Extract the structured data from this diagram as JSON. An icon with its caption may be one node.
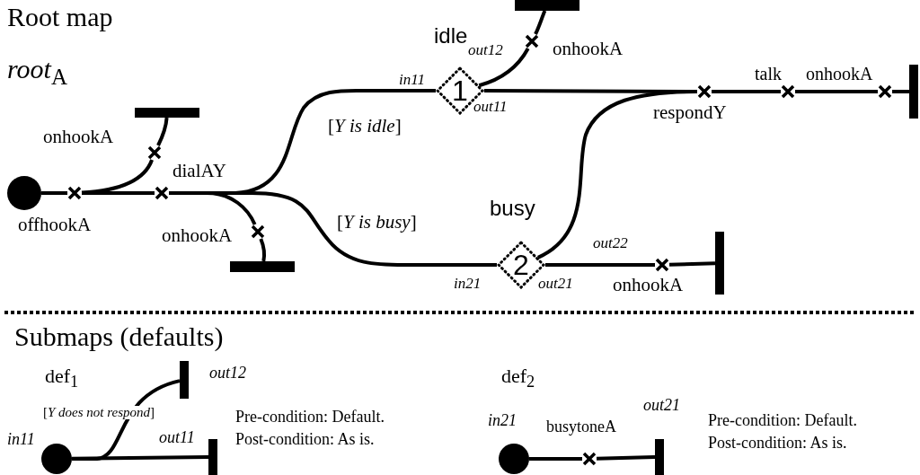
{
  "diagram": {
    "nodes": [
      {
        "text": [],
        "shape": "circle"
      },
      {
        "text": [],
        "shape": "cross",
        "beside": [
          "offhookA"
        ]
      },
      {
        "text": [],
        "shape": "cross",
        "beside": [
          "onhookA"
        ]
      },
      {
        "text": [],
        "shape": "bar"
      },
      {
        "text": [],
        "shape": "cross",
        "beside": [
          "dialAY"
        ]
      },
      {
        "text": [],
        "shape": "cross",
        "beside": [
          "onhookA"
        ]
      },
      {
        "text": [],
        "shape": "bar"
      },
      {
        "text": [
          "1"
        ],
        "beside": [
          "idle",
          "in11",
          "out12",
          "out11"
        ]
      },
      {
        "text": [],
        "shape": "cross",
        "beside": [
          "onhookA"
        ]
      },
      {
        "text": [],
        "shape": "bar"
      },
      {
        "text": [],
        "shape": "cross",
        "beside": [
          "respondY"
        ]
      },
      {
        "text": [],
        "shape": "cross",
        "beside": [
          "talk"
        ]
      },
      {
        "text": [],
        "shape": "cross",
        "beside": [
          "onhookA"
        ]
      },
      {
        "text": [],
        "shape": "bar"
      },
      {
        "text": [
          "2"
        ],
        "beside": [
          "busy",
          "out22",
          "in21",
          "out21"
        ]
      },
      {
        "text": [],
        "shape": "cross",
        "beside": [
          "onhookA"
        ]
      },
      {
        "text": [],
        "shape": "bar"
      },
      {
        "text": [],
        "shape": "circle",
        "beside": [
          "in11"
        ]
      },
      {
        "text": [],
        "shape": "bar",
        "beside": [
          "out12"
        ]
      },
      {
        "text": [],
        "shape": "bar",
        "beside": [
          "out11"
        ]
      },
      {
        "text": [],
        "shape": "circle",
        "beside": [
          "in21"
        ]
      },
      {
        "text": [],
        "shape": "cross",
        "beside": [
          "busytoneA"
        ]
      },
      {
        "text": [],
        "shape": "bar",
        "beside": [
          "out21"
        ]
      }
    ],
    "edges": [
      {
        "from": 0,
        "to": 1,
        "arrow": "none"
      },
      {
        "from": 1,
        "to": 2,
        "arrow": "none"
      },
      {
        "from": 2,
        "to": 3,
        "arrow": "none"
      },
      {
        "from": 1,
        "to": 4,
        "arrow": "none"
      },
      {
        "from": 4,
        "to": 5,
        "arrow": "none"
      },
      {
        "from": 5,
        "to": 6,
        "arrow": "none"
      },
      {
        "from": 4,
        "to": 7,
        "arrow": "none",
        "label": "[*Y is idle*]"
      },
      {
        "from": 4,
        "to": 14,
        "arrow": "none",
        "label": "[*Y is busy*]"
      },
      {
        "from": 7,
        "to": 8,
        "arrow": "none"
      },
      {
        "from": 8,
        "to": 9,
        "arrow": "none"
      },
      {
        "from": 7,
        "to": 10,
        "arrow": "none"
      },
      {
        "from": 14,
        "to": 10,
        "arrow": "none"
      },
      {
        "from": 10,
        "to": 11,
        "arrow": "none"
      },
      {
        "from": 11,
        "to": 12,
        "arrow": "none"
      },
      {
        "from": 12,
        "to": 13,
        "arrow": "none"
      },
      {
        "from": 14,
        "to": 15,
        "arrow": "none"
      },
      {
        "from": 15,
        "to": 16,
        "arrow": "none"
      },
      {
        "from": 17,
        "to": 18,
        "arrow": "none",
        "label": "[*Y does not respond*]"
      },
      {
        "from": 17,
        "to": 19,
        "arrow": "none"
      },
      {
        "from": 20,
        "to": 21,
        "arrow": "none"
      },
      {
        "from": 21,
        "to": 22,
        "arrow": "none"
      }
    ],
    "labels": [
      "Root map",
      "*root*$_{A}$",
      "Submaps (defaults)",
      "def$_{1}$",
      "Pre-condition:  Default.",
      "Post-condition: As is.",
      "def$_{2}$",
      "Pre-condition:  Default.",
      "Post-condition: As is."
    ]
  }
}
